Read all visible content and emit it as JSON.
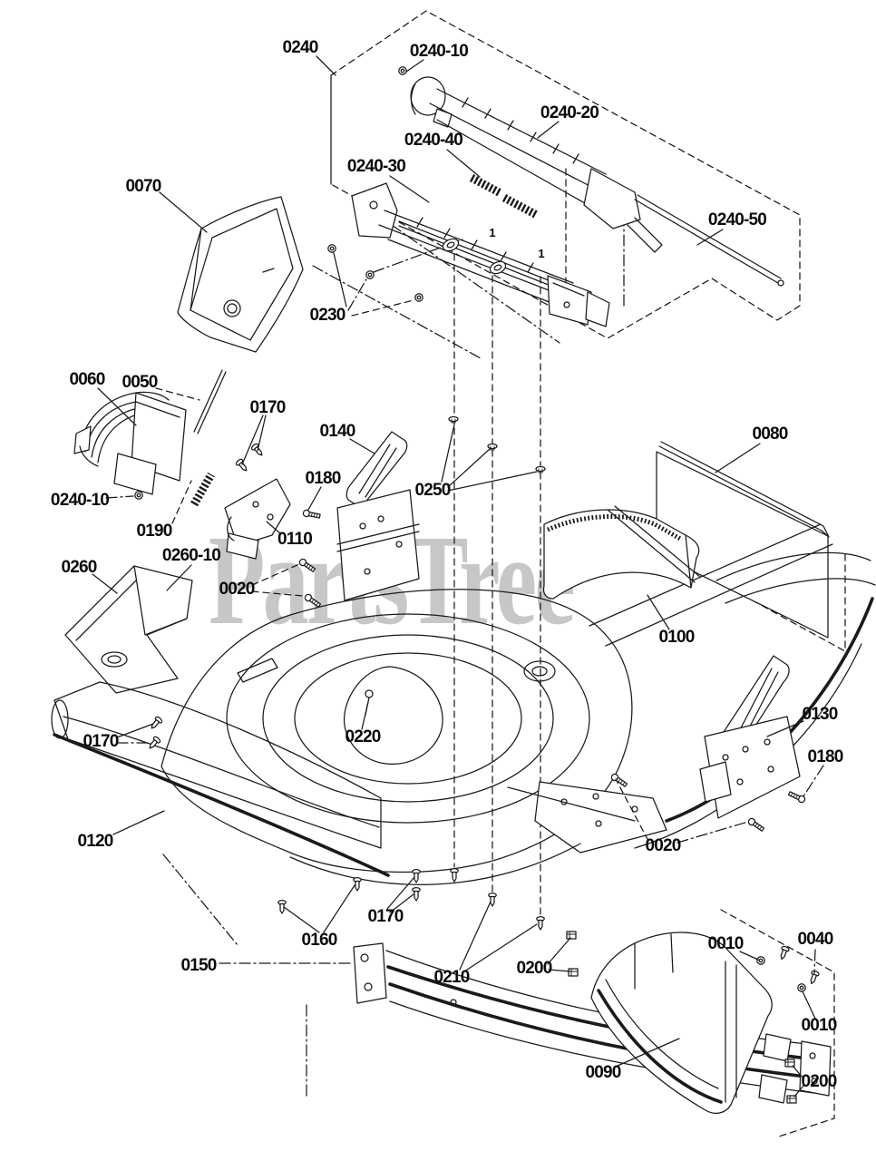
{
  "watermark": {
    "text": "PartsTree",
    "tm": "™",
    "color": "#c7c7c7"
  },
  "colors": {
    "background": "#ffffff",
    "line": "#1a1a1a",
    "label": "#0a0a0a"
  },
  "labels": [
    {
      "id": "0240",
      "text": "0240"
    },
    {
      "id": "0240-10-top",
      "text": "0240-10"
    },
    {
      "id": "0240-20",
      "text": "0240-20"
    },
    {
      "id": "0240-40",
      "text": "0240-40"
    },
    {
      "id": "0240-30",
      "text": "0240-30"
    },
    {
      "id": "0240-50",
      "text": "0240-50"
    },
    {
      "id": "0070",
      "text": "0070"
    },
    {
      "id": "0230",
      "text": "0230"
    },
    {
      "id": "0240-10-left",
      "text": "0240-10"
    },
    {
      "id": "0060",
      "text": "0060"
    },
    {
      "id": "0050",
      "text": "0050"
    },
    {
      "id": "0170-upper",
      "text": "0170"
    },
    {
      "id": "0140",
      "text": "0140"
    },
    {
      "id": "0180-left",
      "text": "0180"
    },
    {
      "id": "0250",
      "text": "0250"
    },
    {
      "id": "0080",
      "text": "0080"
    },
    {
      "id": "0190",
      "text": "0190"
    },
    {
      "id": "0110",
      "text": "0110"
    },
    {
      "id": "0260-10",
      "text": "0260-10"
    },
    {
      "id": "0260",
      "text": "0260"
    },
    {
      "id": "0020-left",
      "text": "0020"
    },
    {
      "id": "0100",
      "text": "0100"
    },
    {
      "id": "0130",
      "text": "0130"
    },
    {
      "id": "0180-right",
      "text": "0180"
    },
    {
      "id": "0220",
      "text": "0220"
    },
    {
      "id": "0170-left",
      "text": "0170"
    },
    {
      "id": "0120",
      "text": "0120"
    },
    {
      "id": "0020-right",
      "text": "0020"
    },
    {
      "id": "0170-bottom",
      "text": "0170"
    },
    {
      "id": "0160",
      "text": "0160"
    },
    {
      "id": "0150",
      "text": "0150"
    },
    {
      "id": "0210",
      "text": "0210"
    },
    {
      "id": "0200-left",
      "text": "0200"
    },
    {
      "id": "0010-top",
      "text": "0010"
    },
    {
      "id": "0040",
      "text": "0040"
    },
    {
      "id": "0010-right",
      "text": "0010"
    },
    {
      "id": "0090",
      "text": "0090"
    },
    {
      "id": "0200-bottom",
      "text": "0200"
    }
  ],
  "callouts": [
    {
      "text": "1"
    },
    {
      "text": "1"
    }
  ]
}
